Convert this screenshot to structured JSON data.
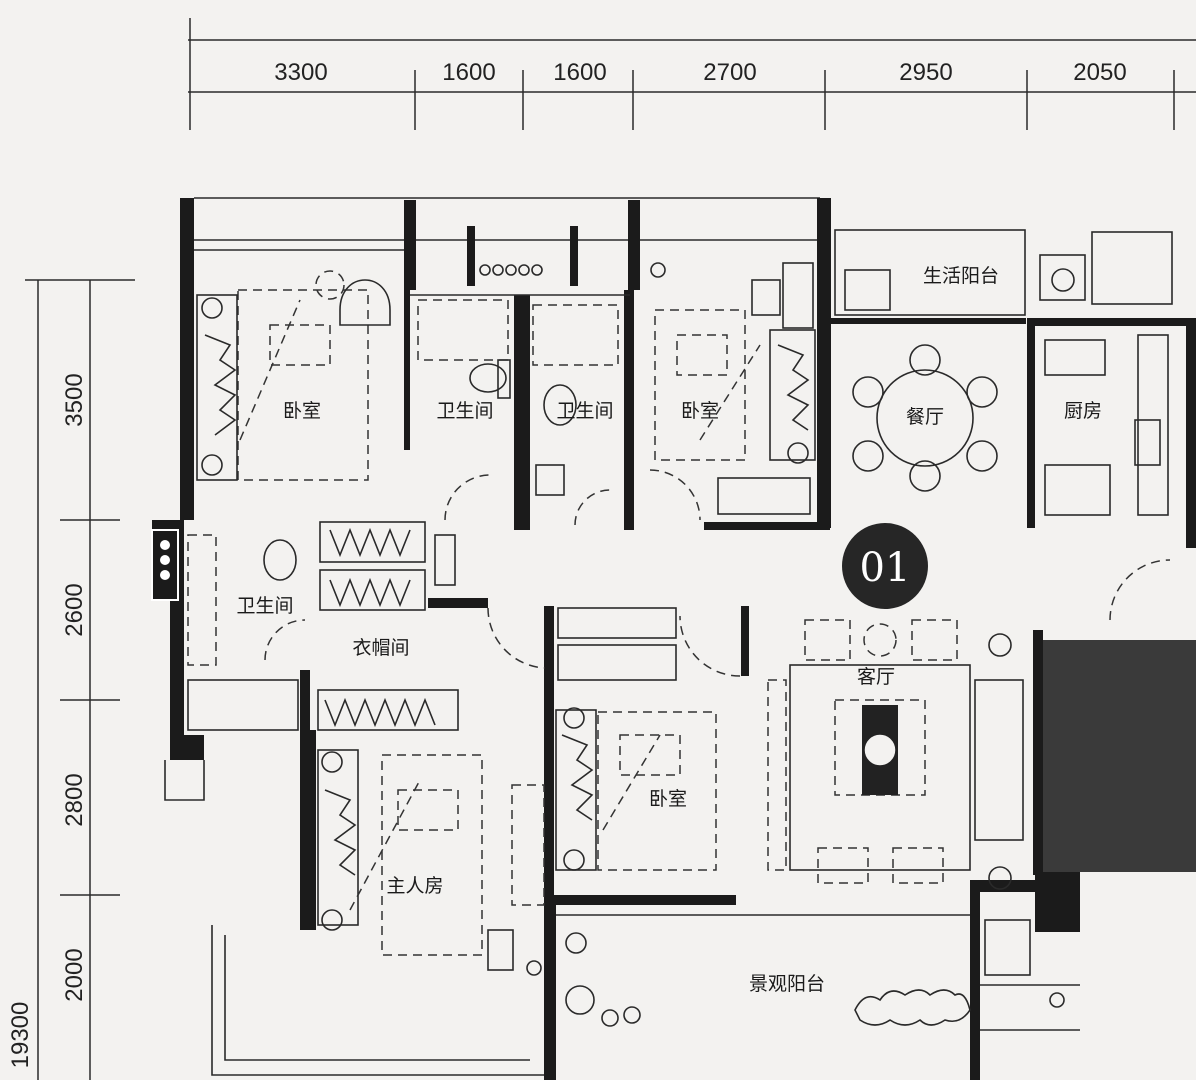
{
  "dimensions_top": [
    "3300",
    "1600",
    "1600",
    "2700",
    "2950",
    "2050"
  ],
  "dimensions_left": [
    "3500",
    "2600",
    "2800",
    "2000"
  ],
  "dimension_left_total": "19300",
  "unit_badge": "01",
  "rooms": {
    "bedroom_nw": "卧室",
    "bath_1": "卫生间",
    "bath_2": "卫生间",
    "bedroom_n": "卧室",
    "utility_balcony": "生活阳台",
    "dining": "餐厅",
    "kitchen": "厨房",
    "bath_w": "卫生间",
    "cloakroom": "衣帽间",
    "bedroom_s": "卧室",
    "living": "客厅",
    "master": "主人房",
    "view_balcony": "景观阳台"
  }
}
